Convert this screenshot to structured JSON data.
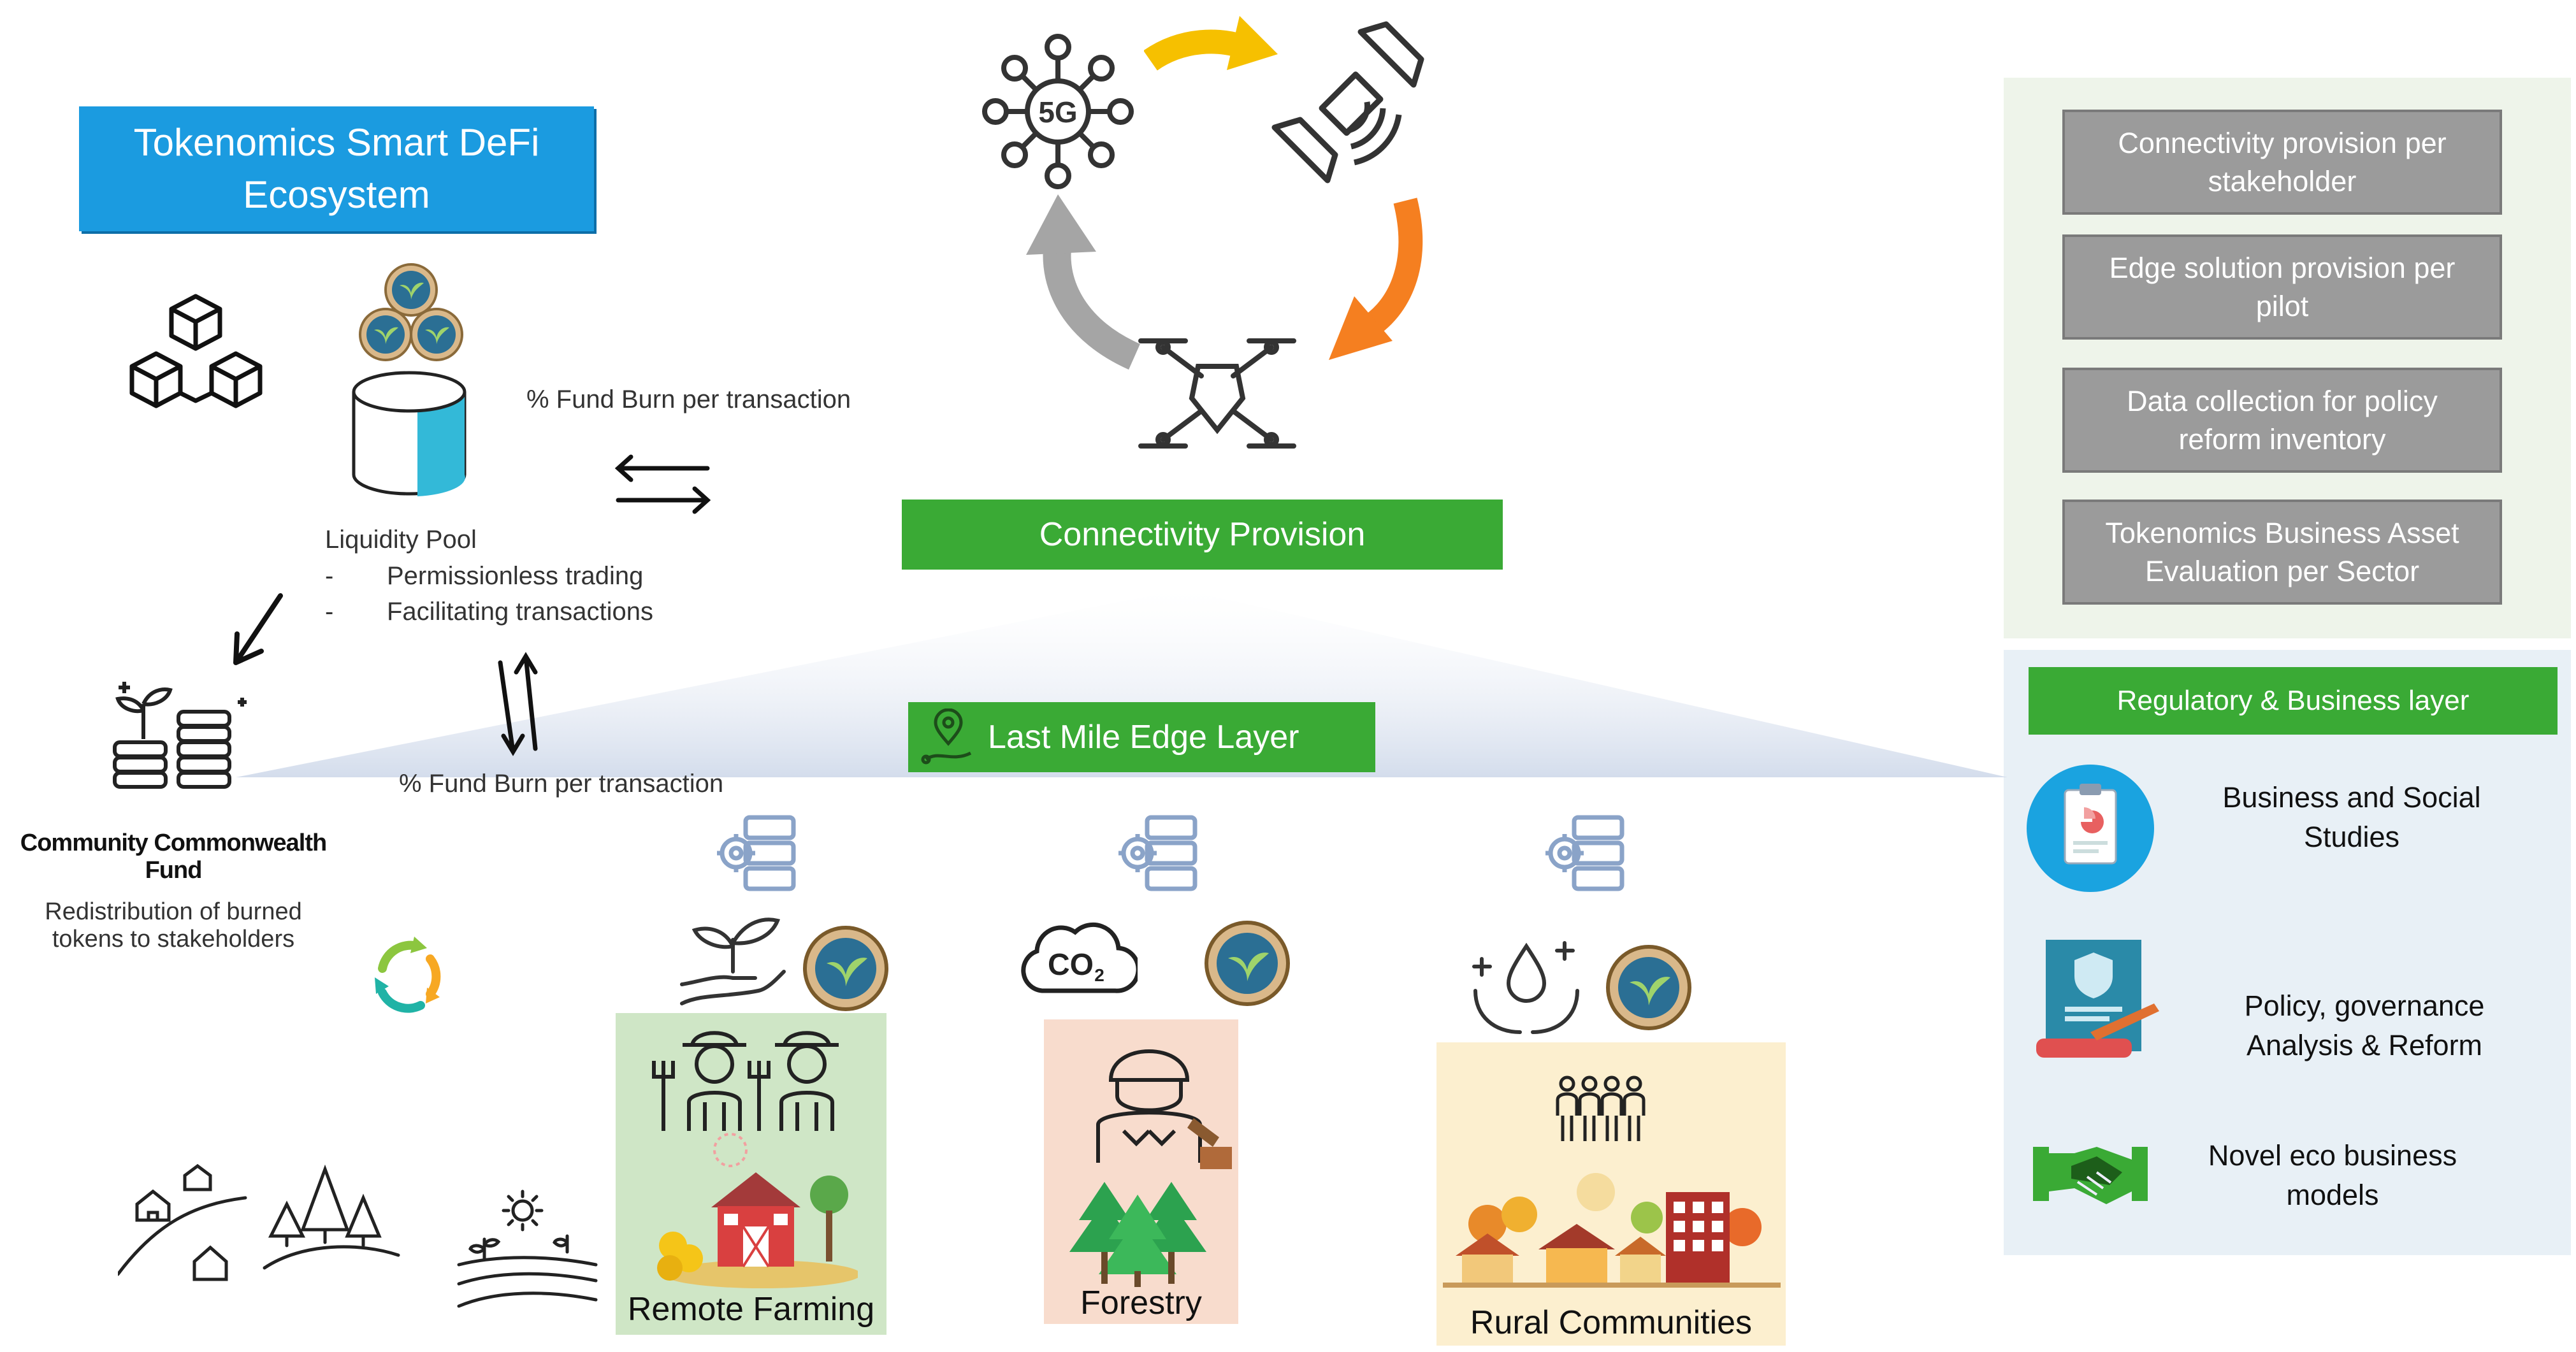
{
  "title": {
    "line1": "Tokenomics Smart DeFi",
    "line2": "Ecosystem"
  },
  "fund_burn_top": "% Fund Burn per transaction",
  "fund_burn_bottom": "% Fund Burn per transaction",
  "liquidity_pool": {
    "title": "Liquidity Pool",
    "bullets": [
      "Permissionless trading",
      "Facilitating transactions"
    ],
    "bullet_marker": "-"
  },
  "commonwealth": {
    "title_line1": "Community Commonwealth",
    "title_line2": "Fund",
    "desc_line1": "Redistribution of burned",
    "desc_line2": "tokens to stakeholders"
  },
  "connectivity_provision": "Connectivity Provision",
  "last_mile": "Last Mile Edge Layer",
  "network_icons": {
    "five_g": "5G",
    "co2": "CO",
    "co2_sub": "2"
  },
  "sectors": {
    "farming": "Remote Farming",
    "forestry": "Forestry",
    "rural": "Rural Communities"
  },
  "right_top": [
    {
      "line1": "Connectivity provision per",
      "line2": "stakeholder"
    },
    {
      "line1": "Edge solution provision per",
      "line2": "pilot"
    },
    {
      "line1": "Data collection for policy",
      "line2": "reform inventory"
    },
    {
      "line1": "Tokenomics Business Asset",
      "line2": "Evaluation per Sector"
    }
  ],
  "regulatory": {
    "header": "Regulatory & Business layer",
    "items": [
      {
        "line1": "Business and Social",
        "line2": "Studies"
      },
      {
        "line1": "Policy, governance",
        "line2": "Analysis & Reform"
      },
      {
        "line1": "Novel eco business",
        "line2": "models"
      }
    ]
  },
  "colors": {
    "blue": "#1b9be0",
    "green": "#3aaa35",
    "grey_box": "#9b9b9b",
    "yellow_arrow": "#f6c000",
    "orange_arrow": "#f57f20",
    "grey_arrow": "#a5a5a5"
  }
}
